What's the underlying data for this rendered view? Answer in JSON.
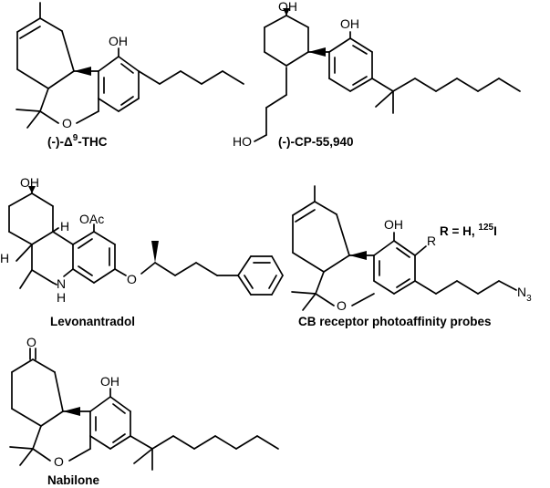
{
  "labels": {
    "oh": "OH",
    "o": "O",
    "oac": "OAc",
    "h": "H",
    "nh_n": "N",
    "nh_h": "H",
    "r": "R",
    "n3_n": "N",
    "n3_sub": "3",
    "ho": "HO"
  },
  "captions": {
    "thc_prefix": "(-)-Δ",
    "thc_sup": "9",
    "thc_suffix": "-THC",
    "cp": "(-)-CP-55,940",
    "levonantradol": "Levonantradol",
    "probes": "CB receptor photoaffinity probes",
    "r_def_prefix": "R = H,  ",
    "r_def_sup": "125",
    "r_def_suffix": "I",
    "nabilone": "Nabilone"
  },
  "colors": {
    "ink": "#000000",
    "background": "#ffffff"
  }
}
